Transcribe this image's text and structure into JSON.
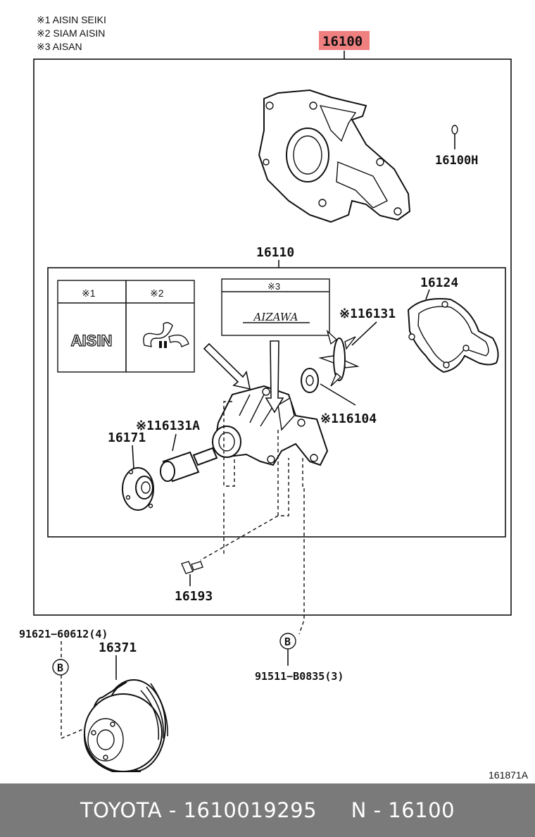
{
  "notes": {
    "n1": "※1 AISIN SEIKI",
    "n2": "※2 SIAM AISIN",
    "n3": "※3 AISAN"
  },
  "labels": {
    "main_assy": "16100",
    "plug": "16100H",
    "pump_assy": "16110",
    "gasket": "16124",
    "rotor": "※116131",
    "seal": "※116104",
    "shaft": "※116131A",
    "flange": "16171",
    "bolt": "16193",
    "stud": "91621−60612(4)",
    "pulley": "16371",
    "bolt_b": "91511−B0835(3)",
    "ref_b_left": "B",
    "ref_b_right": "B",
    "drawing_no": "161871A"
  },
  "marks": {
    "col1_head": "※1",
    "col2_head": "※2",
    "col3_head": "※3",
    "logo1_text": "AISIN",
    "logo3_text": "AIZAWA"
  },
  "colors": {
    "highlight": "#f08080",
    "footer_bg": "#7a7a7a"
  },
  "footer": {
    "brand": "TOYOTA",
    "sep1": " - ",
    "part_number": "1610019295",
    "gap": "     ",
    "ref_prefix": "N",
    "sep2": " - ",
    "ref_number": "16100"
  }
}
